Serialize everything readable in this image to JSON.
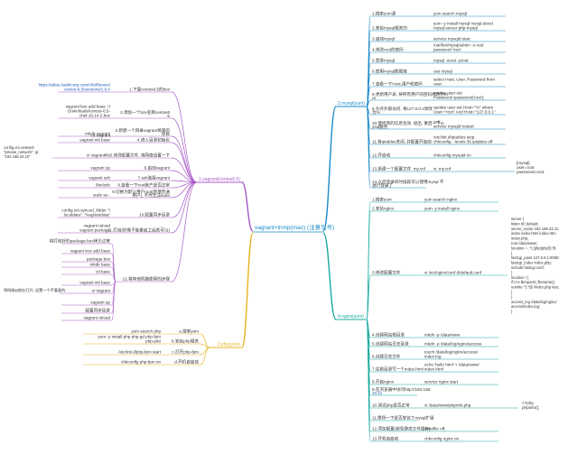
{
  "root": {
    "label": "vagrant+lnmp(mac) (注意引号)"
  },
  "colors": {
    "mysql": "#1a8ac9",
    "nginx": "#17a9a1",
    "php": "#e7b421",
    "vm": "#a75ac8",
    "root": "#1a8ac9"
  },
  "branches": {
    "mysql": {
      "title": "2.mysql(yum)",
      "items": [
        {
          "text": "1.搜索yum源",
          "detail": [
            "yum search mysql"
          ]
        },
        {
          "text": "2.安装mysql相关的",
          "detail": [
            "yum -y install mysql mysql-devel",
            "mysql-server php-mysql"
          ]
        },
        {
          "text": "3.启动mysql",
          "detail": [
            "service mysqld start"
          ]
        },
        {
          "text": "4.修改root的密码",
          "detail": [
            "/usr/bin/mysqladmin -u root",
            "password 'root'"
          ]
        },
        {
          "text": "5.登录mysql",
          "detail": [
            "mysql -uroot -proot"
          ]
        },
        {
          "text": "6.使用mysql数据库",
          "detail": [
            "use mysql"
          ]
        },
        {
          "text": "7.查看一下Host,用户和密码",
          "detail": [
            "select Host, User, Password from",
            "user;"
          ]
        },
        {
          "text": "8.更新用户表, 将所有用户的密码修改为root",
          "detail": [
            "update user set",
            "Password=password('root');"
          ]
        },
        {
          "text": "9.允许外部访问, 将127.0.0.1修改为%",
          "detail": [
            "update user set Host=\"%\" where",
            "User=\"root\" And Host=\"127.0.0.1\""
          ]
        },
        {
          "text": "10.使修改的信息生效, 退出, 重启一下mysql服务",
          "detail": [
            "exit",
            "service mysqld restart"
          ]
        },
        {
          "text": "11.将iptables关闭, 并配置开启动",
          "detail": [
            "/etc/init.d/iptables stop",
            "chkconfig --levels 35 iptables off"
          ]
        },
        {
          "text": "12.开启动",
          "detail": [
            "chkconfig mysqld on"
          ]
        },
        {
          "text": "13.新建一个配置文件 .my.cnf",
          "detail": [
            "vi .my.cnf"
          ],
          "code": [
            "[mysql]",
            "user=root",
            "password=root"
          ]
        },
        {
          "text": "14.以后登录的时候就可以使用mysql 不进行登录了",
          "detail": []
        }
      ]
    },
    "nginx": {
      "title": "4.nginx(yum)",
      "items": [
        {
          "text": "1.搜索yum",
          "detail": [
            "yum search nginx"
          ]
        },
        {
          "text": "2.安装nginx",
          "detail": [
            "yum -y install nginx"
          ]
        },
        {
          "text": "3.修改配置文件",
          "detail": [
            "vi /etc/nginx/conf.d/default.conf"
          ]
        },
        {
          "text": "4.创建网站根目录",
          "detail": [
            "mkdir -p /data/www"
          ]
        },
        {
          "text": "5.创建网站日志目录",
          "detail": [
            "mkdir -p /data/log/nginx/access"
          ]
        },
        {
          "text": "6.创建日志文件",
          "detail": [
            "touch /data/log/nginx/access/",
            "index.log"
          ]
        },
        {
          "text": "7.往根目录写一个index.html",
          "detail": [
            "echo 'hello html' > /data/www/",
            "index.html"
          ]
        },
        {
          "text": "8.开启nginx",
          "detail": [
            "service nginx start"
          ]
        },
        {
          "text": "9.在浏览器中访问http://192.168.33.11",
          "detail": []
        },
        {
          "text": "10.测试php是否正常",
          "detail": [
            "vi /data/www/phpinfo.php"
          ],
          "code": [
            "<?php",
            "phpinfo();"
          ]
        },
        {
          "text": "11.需所一下是否安装了mysql扩展",
          "detail": []
        },
        {
          "text": "12.添加配置(避免静态文件缓存)",
          "detail": [
            "sendfile off;"
          ]
        },
        {
          "text": "13.开机自启动",
          "detail": [
            "chkconfig nginx on"
          ]
        }
      ],
      "server_conf": [
        "server {",
        "    listen       80 default;",
        "    server_name  192.168.33.11;",
        "    index index.html index.htm",
        "index.php;",
        "    root /data/www;",
        "    location ~ .*\\.(php|php5)?$",
        "    {",
        "        fastcgi_pass  127.0.0.1:9000;",
        "        fastcgi_index index.php;",
        "        include fastcgi.conf;",
        "    }",
        "    location / {",
        "        if (!-e $request_filename){",
        "            rewrite ^(.*)$ /index.php last;",
        "        }",
        "    }",
        "    access_log  /data/log/nginx/",
        "access/index.log;",
        "}"
      ]
    },
    "vm": {
      "title": "1.vagrant(centos6.5)",
      "items": [
        {
          "text": "1.下载centos6.5的box",
          "detail": [
            "https://atlas.hashicorp.com/chef/boxes/",
            "centos-6.5/versions/1.0.0"
          ]
        },
        {
          "text": "2.添加一个box名称centos6.5",
          "detail": [
            "vagrant box add base ~/",
            "Downloads/centos-6.5-",
            "chef-10.14.2.box"
          ]
        },
        {
          "text": "3.新建一个目录vagrant将来的项目",
          "detail": [
            "mkdir vagrant"
          ]
        },
        {
          "text": "4.进入目录初始化",
          "detail": [
            "cd vagrant",
            "vagrant init base"
          ]
        },
        {
          "text": "5.修改配置文件, 将网络设置一下",
          "detail": [
            "vi Vagrantfile"
          ],
          "code": [
            "config.vm.network",
            "\"private_network\", ip:",
            "\"192.168.33.10\""
          ]
        },
        {
          "text": "6.启动vagrant",
          "detail": [
            "vagrant up"
          ]
        },
        {
          "text": "7.ssh连接vagrant",
          "detail": [
            "vagrant ssh"
          ]
        },
        {
          "text": "8.查看一下root账户是否正常",
          "detail": [
            "/bin/zsh"
          ]
        },
        {
          "text": "9.切换为默认用户root(新增普通用户), 不然无法sudo",
          "detail": [
            "sudo su -"
          ]
        },
        {
          "text": "10.配置同步目录",
          "detail": [
            "config.vm.synced_folder \"/",
            "localdata\", \"/vagrantdata\""
          ]
        },
        {
          "text": "11.打包(好像不能重启之后就可以)",
          "detail": [
            "vagrant reload",
            "vagrant package"
          ]
        },
        {
          "text": "12.将其他机器使用的步骤",
          "detail": [
            "将打包好的package.box拷贝过来",
            "vagrant box add base",
            "package.box",
            "mkdir base",
            "cd base",
            "vagrant init base",
            "vi Vagrant",
            "vagrant up",
            "配置同步目录",
            "vagrant reload"
          ],
          "note": [
            "将网络ip地址打开, 设置一个不重复的"
          ]
        }
      ]
    },
    "php": {
      "title": "3.php(yum)",
      "items": [
        {
          "text": "a.搜索yum",
          "detail": [
            "yum search php"
          ]
        },
        {
          "text": "b.安装php相关",
          "detail": [
            "yum -y install php php-gd php-fpm",
            "php-pdo"
          ]
        },
        {
          "text": "c.打开php-fpm",
          "detail": [
            "/etc/init.d/php-fpm start"
          ]
        },
        {
          "text": "d.开机自启动",
          "detail": [
            "chkconfig php-fpm on"
          ]
        }
      ]
    }
  }
}
